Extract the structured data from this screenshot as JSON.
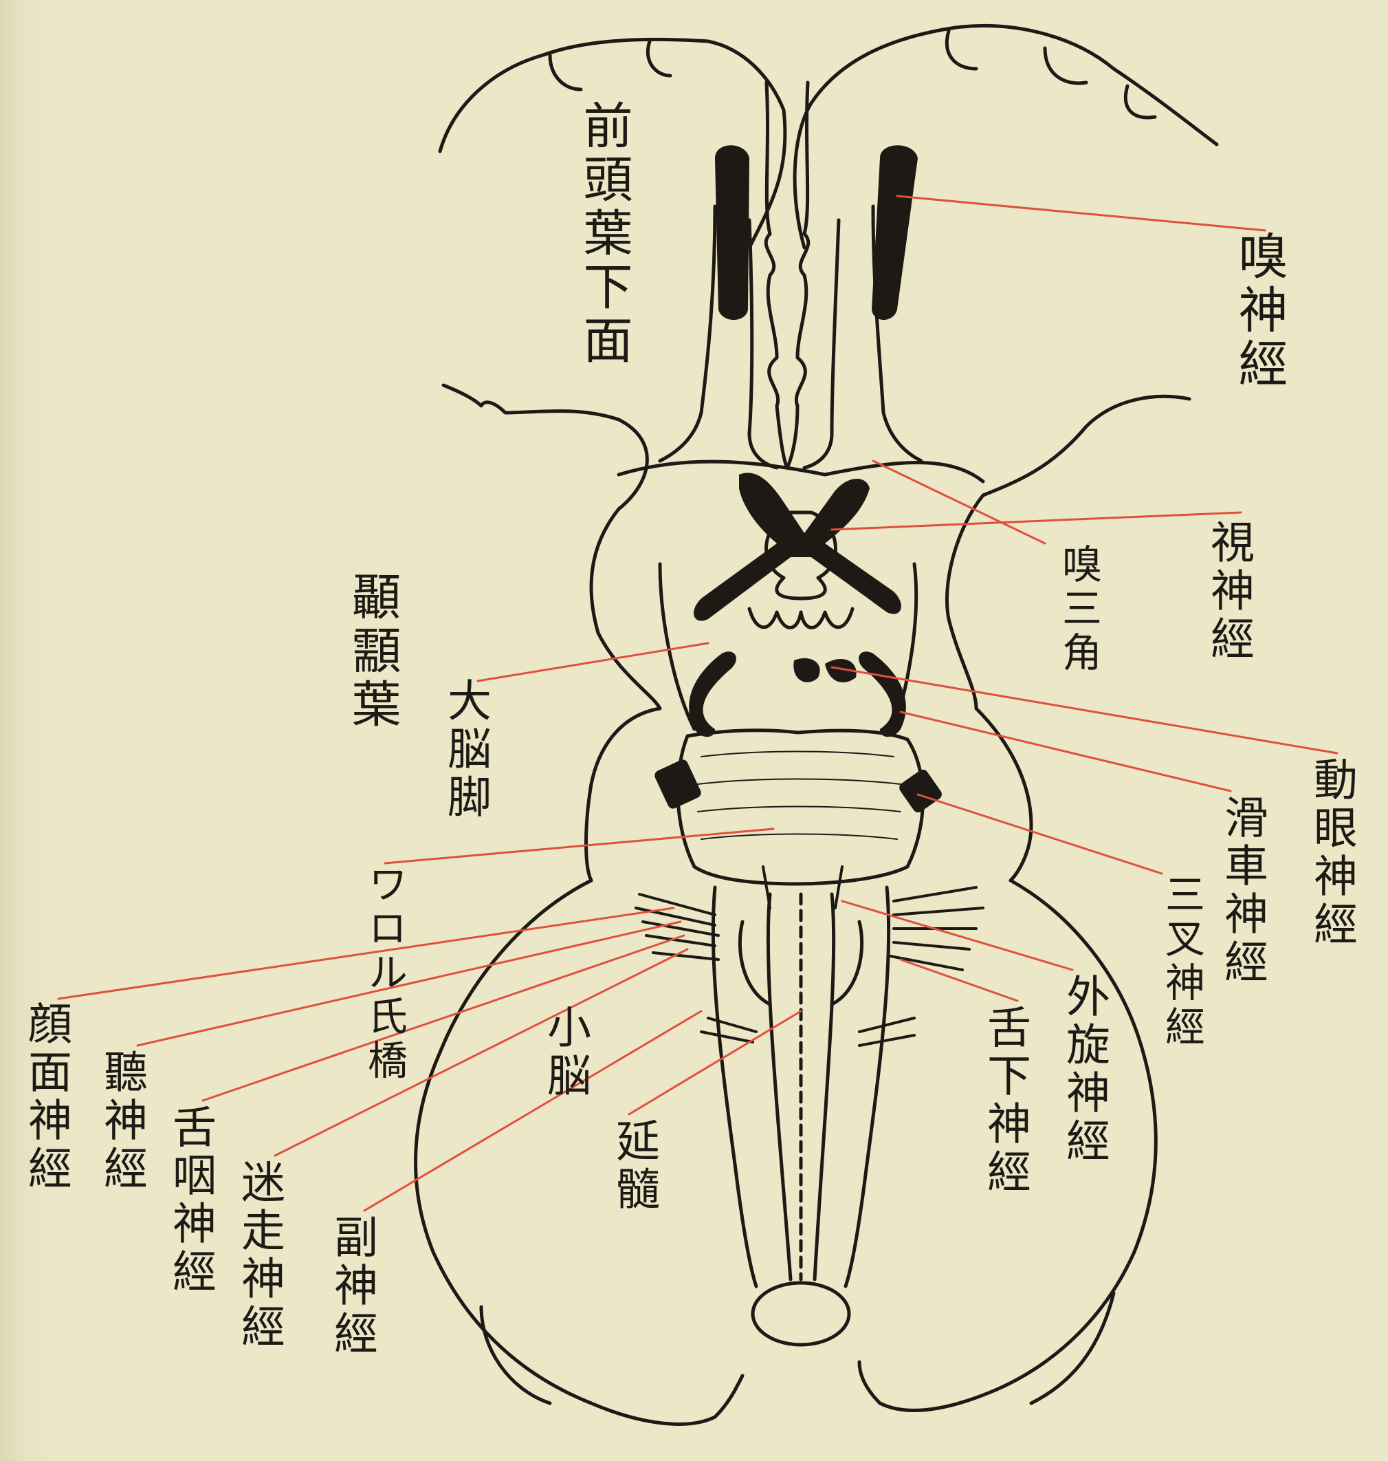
{
  "colors": {
    "paper": "#ece7c7",
    "ink": "#1d1a16",
    "leader_line": "#e0503c"
  },
  "labels": {
    "frontal_lobe": "前頭葉下面",
    "olfactory_nerve": "嗅神經",
    "olfactory_triangle": "嗅三角",
    "optic_nerve": "視神經",
    "temporal_lobe": "顳顬葉",
    "cerebral_peduncle": "大脳脚",
    "oculomotor_nerve": "動眼神經",
    "trochlear_nerve": "滑車神經",
    "trigeminal_nerve": "三叉神經",
    "pons": "ワロル氏橋",
    "abducens_nerve": "外旋神經",
    "hypoglossal_nerve": "舌下神經",
    "cerebellum": "小脳",
    "medulla": "延髓",
    "facial_nerve": "顔面神經",
    "auditory_nerve": "聽神經",
    "glossopharyngeal_nerve": "舌咽神經",
    "vagus_nerve": "迷走神經",
    "accessory_nerve": "副神經"
  }
}
